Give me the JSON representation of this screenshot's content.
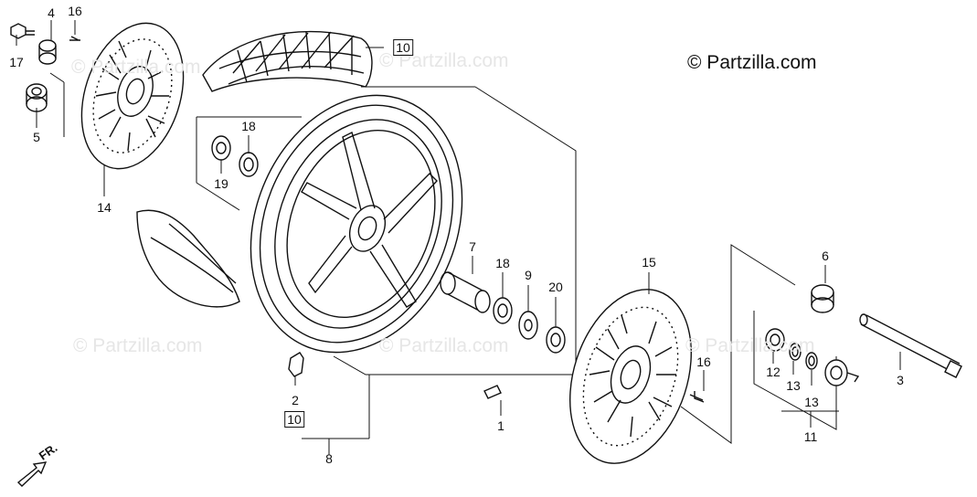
{
  "copyright": "© Partzilla.com",
  "watermarks": [
    "© Partzilla.com",
    "© Partzilla.com",
    "© Partzilla.com",
    "© Partzilla.com",
    "© Partzilla.com"
  ],
  "direction_label": "FR.",
  "callouts": {
    "c4": "4",
    "c16a": "16",
    "c17": "17",
    "c5": "5",
    "c14": "14",
    "c10a": "10",
    "c18a": "18",
    "c19": "19",
    "c7": "7",
    "c18b": "18",
    "c9": "9",
    "c20": "20",
    "c15": "15",
    "c6": "6",
    "c2": "2",
    "c10b": "10",
    "c8": "8",
    "c1": "1",
    "c16b": "16",
    "c12": "12",
    "c13a": "13",
    "c13b": "13",
    "c11": "11",
    "c3": "3"
  }
}
